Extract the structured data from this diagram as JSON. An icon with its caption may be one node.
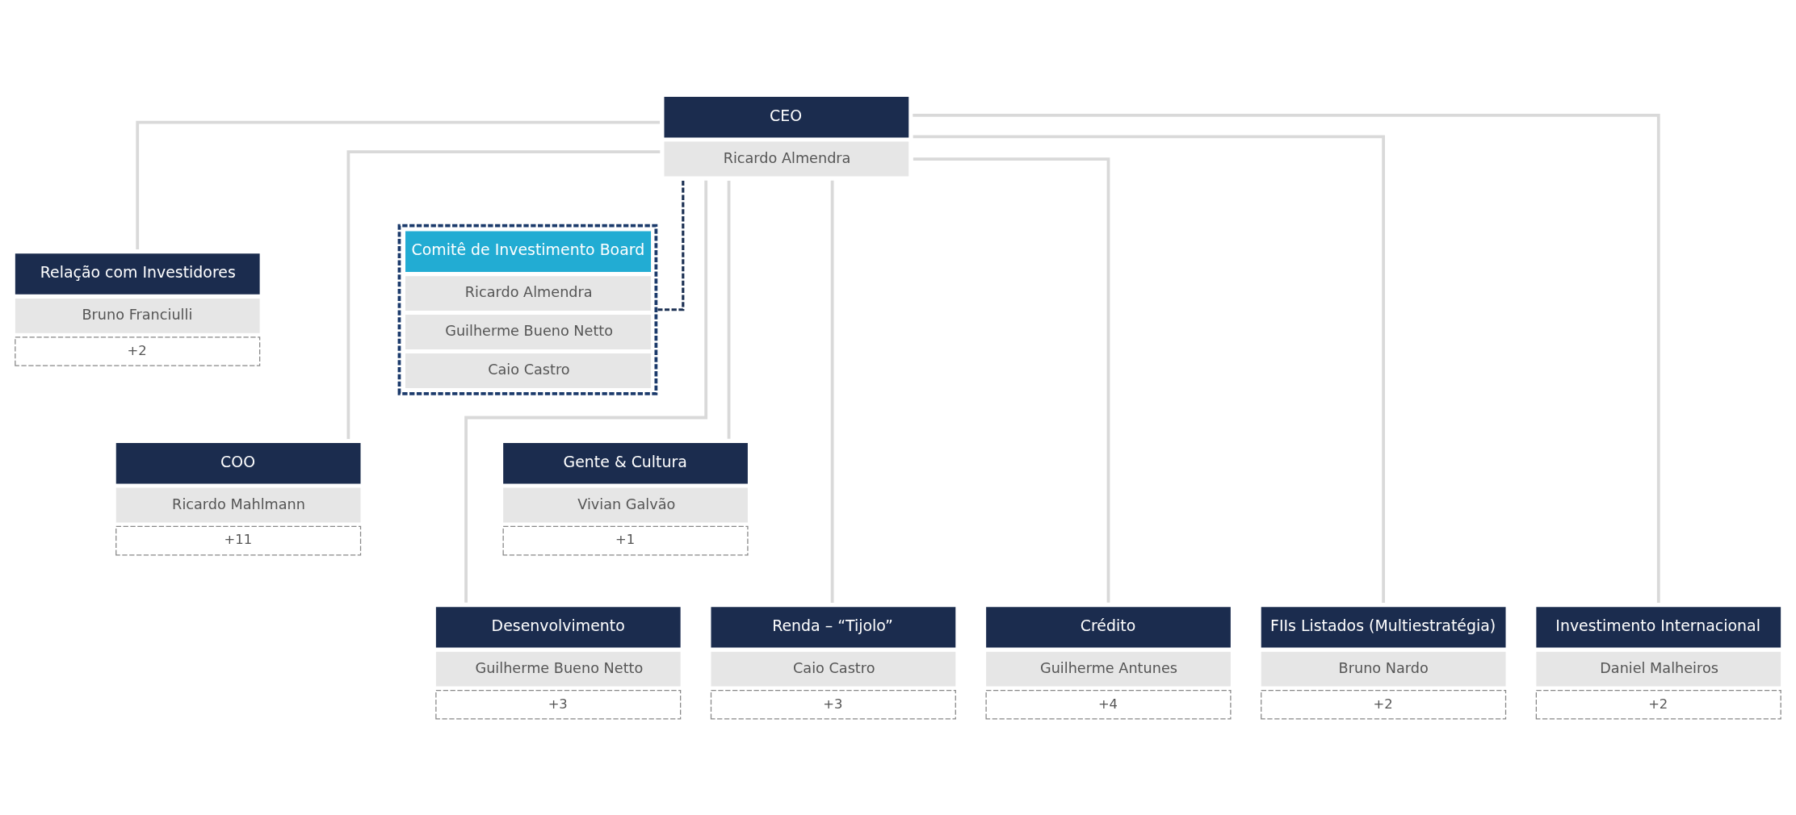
{
  "diagram": {
    "nodes": [
      {
        "text": [
          "CEO",
          "Ricardo Almendra"
        ]
      },
      {
        "text": [
          "Relação com Investidores",
          "Bruno Franciulli",
          "+2"
        ]
      },
      {
        "text": [
          "Comitê de Investimento Board",
          "Ricardo Almendra",
          "Guilherme Bueno Netto",
          "Caio Castro"
        ]
      },
      {
        "text": [
          "COO",
          "Ricardo Mahlmann",
          "+11"
        ]
      },
      {
        "text": [
          "Gente & Cultura",
          "Vivian Galvão",
          "+1"
        ]
      },
      {
        "text": [
          "Desenvolvimento",
          "Guilherme Bueno Netto",
          "+3"
        ]
      },
      {
        "text": [
          "Renda – “Tijolo”",
          "Caio Castro",
          "+3"
        ]
      },
      {
        "text": [
          "Crédito",
          "Guilherme Antunes",
          "+4"
        ]
      },
      {
        "text": [
          "FIIs Listados (Multiestratégia)",
          "Bruno Nardo",
          "+2"
        ]
      },
      {
        "text": [
          "Investimento Internacional",
          "Daniel Malheiros",
          "+2"
        ]
      }
    ],
    "edges": [
      {
        "from": 0,
        "to": 1,
        "arrow": "none"
      },
      {
        "from": 0,
        "to": 2,
        "arrow": "none",
        "style": "dashed",
        "color": "#1b2f52"
      },
      {
        "from": 0,
        "to": 3,
        "arrow": "none"
      },
      {
        "from": 0,
        "to": 4,
        "arrow": "none"
      },
      {
        "from": 0,
        "to": 5,
        "arrow": "none"
      },
      {
        "from": 0,
        "to": 6,
        "arrow": "none"
      },
      {
        "from": 0,
        "to": 7,
        "arrow": "none"
      },
      {
        "from": 0,
        "to": 8,
        "arrow": "none"
      },
      {
        "from": 0,
        "to": 9,
        "arrow": "none"
      }
    ]
  }
}
